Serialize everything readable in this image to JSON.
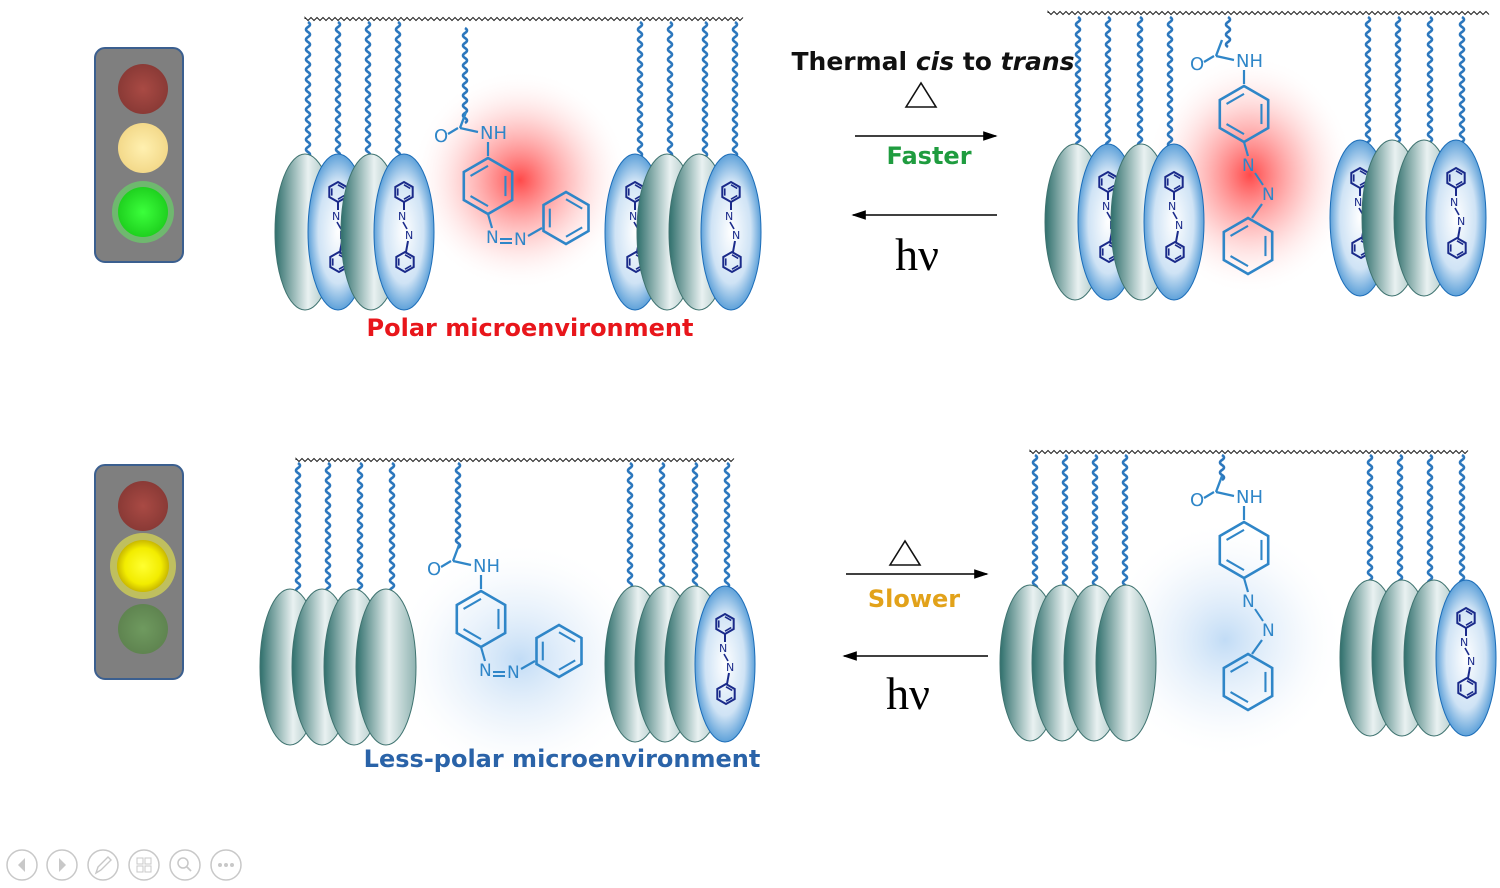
{
  "colors": {
    "red": "#e8161b",
    "green": "#1f9c3f",
    "amber": "#e2a21a",
    "blue": "#2a63a8",
    "chain": "#2c77bd",
    "azo": "#2f86c8",
    "dark_azo": "#1a2a8a"
  },
  "top_row": {
    "traffic_light": {
      "active": "green"
    },
    "region_label": "Polar microenvironment",
    "reaction_title": {
      "part1": "Thermal ",
      "part2": "cis",
      "part3": " to ",
      "part4": "trans"
    },
    "forward_label": "Faster",
    "reverse_label": "hν"
  },
  "bottom_row": {
    "traffic_light": {
      "active": "yellow"
    },
    "region_label": "Less-polar microenvironment",
    "forward_label": "Slower",
    "reverse_label": "hν"
  },
  "molecule_labels": {
    "amide_o": "O",
    "amide_nh": "NH",
    "azo_n": "N"
  },
  "nav_buttons": [
    "prev-icon",
    "next-icon",
    "pen-icon",
    "slides-icon",
    "zoom-icon",
    "more-icon"
  ]
}
